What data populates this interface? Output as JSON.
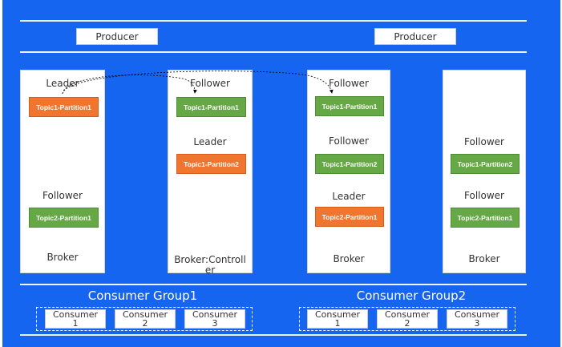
{
  "producers": [
    "Producer",
    "Producer"
  ],
  "brokers": [
    {
      "slots": [
        {
          "role": "Leader",
          "partition": "Topic1-Partition1",
          "color": "orange"
        },
        {
          "role": "Follower",
          "partition": "Topic2-Partition1",
          "color": "green"
        }
      ],
      "name": "Broker"
    },
    {
      "slots": [
        {
          "role": "Follower",
          "partition": "Topic1-Partition1",
          "color": "green"
        },
        {
          "role": "Leader",
          "partition": "Topic1-Partition2",
          "color": "orange"
        }
      ],
      "name_lines": [
        "Broker:Controll",
        "er"
      ]
    },
    {
      "slots": [
        {
          "role": "Follower",
          "partition": "Topic1-Partition1",
          "color": "green"
        },
        {
          "role": "Follower",
          "partition": "Topic1-Partition2",
          "color": "green"
        },
        {
          "role": "Leader",
          "partition": "Topic2-Partition1",
          "color": "orange"
        }
      ],
      "name": "Broker"
    },
    {
      "slots": [
        {
          "role": "Follower",
          "partition": "Topic1-Partition2",
          "color": "green"
        },
        {
          "role": "Follower",
          "partition": "Topic2-Partition1",
          "color": "green"
        }
      ],
      "name": "Broker"
    }
  ],
  "consumer_groups": [
    {
      "title": "Consumer Group1",
      "consumers": [
        {
          "line1": "Consumer",
          "line2": "1"
        },
        {
          "line1": "Consumer",
          "line2": "2"
        },
        {
          "line1": "Consumer",
          "line2": "3"
        }
      ]
    },
    {
      "title": "Consumer Group2",
      "consumers": [
        {
          "line1": "Consumer",
          "line2": "1"
        },
        {
          "line1": "Consumer",
          "line2": "2"
        },
        {
          "line1": "Consumer",
          "line2": "3"
        }
      ]
    }
  ],
  "colors": {
    "background": "#1565f0",
    "leader_partition": "#f0752e",
    "follower_partition": "#65a845"
  }
}
